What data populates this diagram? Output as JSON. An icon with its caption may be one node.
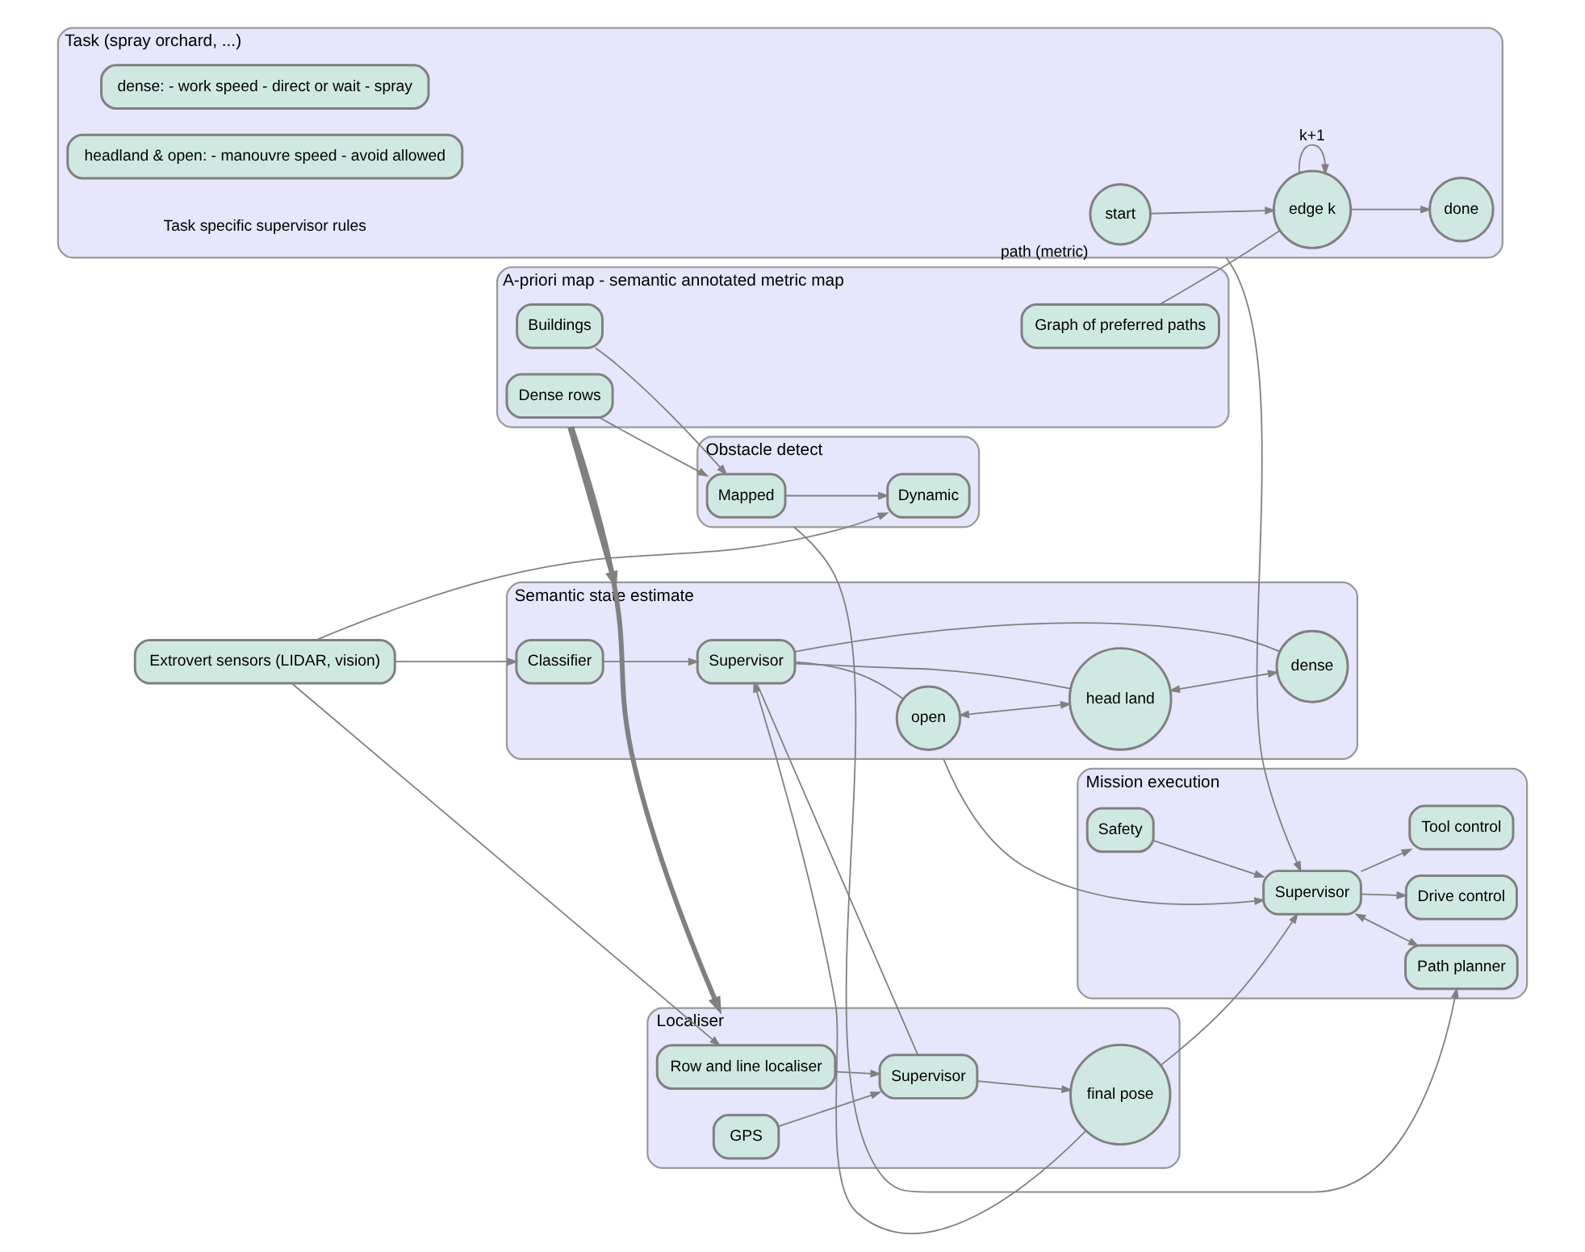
{
  "diagram": {
    "nodes": [
      {
        "text": [
          "Task (spray orchard, ...)"
        ]
      },
      {
        "text": [
          "start"
        ],
        "in": 0,
        "beside": [
          "path (metric)"
        ]
      },
      {
        "text": [
          "edge k"
        ],
        "in": 0
      },
      {
        "text": [
          "done"
        ],
        "in": 0
      },
      {
        "text": [
          "dense: - work speed - direct or wait - spray"
        ],
        "in": 0
      },
      {
        "text": [
          "headland & open: - manouvre speed - avoid allowed"
        ],
        "in": 0
      },
      {
        "text": [
          "Mission execution"
        ]
      },
      {
        "text": [
          "Supervisor"
        ],
        "in": 6
      },
      {
        "text": [
          "Drive control"
        ],
        "in": 6
      },
      {
        "text": [
          "Tool control"
        ],
        "in": 6
      },
      {
        "text": [
          "Path planner"
        ],
        "in": 6
      },
      {
        "text": [
          "Safety"
        ],
        "in": 6
      },
      {
        "text": [
          "Obstacle detect"
        ]
      },
      {
        "text": [
          "Mapped"
        ],
        "in": 12
      },
      {
        "text": [
          "Dynamic"
        ],
        "in": 12
      },
      {
        "text": [
          "Semantic state estimate"
        ]
      },
      {
        "text": [
          "open"
        ],
        "in": 15
      },
      {
        "text": [
          "head land"
        ],
        "in": 15
      },
      {
        "text": [
          "dense"
        ],
        "in": 15
      },
      {
        "text": [
          "Classifier"
        ],
        "in": 15
      },
      {
        "text": [
          "Supervisor"
        ],
        "in": 15
      },
      {
        "text": [
          "A-priori map - semantic annotated metric map"
        ]
      },
      {
        "text": [
          "Dense rows"
        ],
        "in": 21
      },
      {
        "text": [
          "Buildings"
        ],
        "in": 21
      },
      {
        "text": [
          "Graph of preferred paths"
        ],
        "in": 21
      },
      {
        "text": [
          "Localiser"
        ]
      },
      {
        "text": [
          "Row and line localiser"
        ],
        "in": 25
      },
      {
        "text": [
          "GPS"
        ],
        "in": 25
      },
      {
        "text": [
          "Supervisor"
        ],
        "in": 25
      },
      {
        "text": [
          "final pose"
        ],
        "in": 25
      },
      {
        "text": [
          "Extrovert sensors (LIDAR, vision)"
        ]
      }
    ],
    "edges": [
      {
        "from": 1,
        "to": 2,
        "arrow": "to"
      },
      {
        "from": 2,
        "to": 2,
        "arrow": "to",
        "label": "k+1"
      },
      {
        "from": 2,
        "to": 3,
        "arrow": "to"
      },
      {
        "from": 0,
        "to": 7,
        "arrow": "to"
      },
      {
        "from": 7,
        "to": 8,
        "arrow": "to"
      },
      {
        "from": 7,
        "to": 9,
        "arrow": "to"
      },
      {
        "from": 7,
        "to": 10,
        "arrow": "both"
      },
      {
        "from": 11,
        "to": 7,
        "arrow": "to"
      },
      {
        "from": 12,
        "to": 10,
        "arrow": "to"
      },
      {
        "from": 15,
        "to": 7,
        "arrow": "to"
      },
      {
        "from": 29,
        "to": 7,
        "arrow": "to"
      },
      {
        "from": 13,
        "to": 14,
        "arrow": "to"
      },
      {
        "from": 22,
        "to": 13,
        "arrow": "to"
      },
      {
        "from": 23,
        "to": 13,
        "arrow": "to"
      },
      {
        "from": 24,
        "to": 2,
        "arrow": "none"
      },
      {
        "from": 30,
        "to": 14,
        "arrow": "to"
      },
      {
        "from": 21,
        "to": 15,
        "arrow": "to",
        "style": "thick"
      },
      {
        "from": 21,
        "to": 25,
        "arrow": "to",
        "style": "thick"
      },
      {
        "from": 30,
        "to": 19,
        "arrow": "to"
      },
      {
        "from": 30,
        "to": 26,
        "arrow": "to"
      },
      {
        "from": 19,
        "to": 20,
        "arrow": "to"
      },
      {
        "from": 20,
        "to": 16,
        "arrow": "none"
      },
      {
        "from": 20,
        "to": 17,
        "arrow": "none"
      },
      {
        "from": 20,
        "to": 18,
        "arrow": "none"
      },
      {
        "from": 16,
        "to": 17,
        "arrow": "both"
      },
      {
        "from": 17,
        "to": 18,
        "arrow": "both"
      },
      {
        "from": 29,
        "to": 20,
        "arrow": "to"
      },
      {
        "from": 20,
        "to": 28,
        "arrow": "none"
      },
      {
        "from": 26,
        "to": 28,
        "arrow": "to"
      },
      {
        "from": 27,
        "to": 28,
        "arrow": "to"
      },
      {
        "from": 28,
        "to": 29,
        "arrow": "to"
      }
    ],
    "labels": [
      "Task specific supervisor rules"
    ]
  }
}
